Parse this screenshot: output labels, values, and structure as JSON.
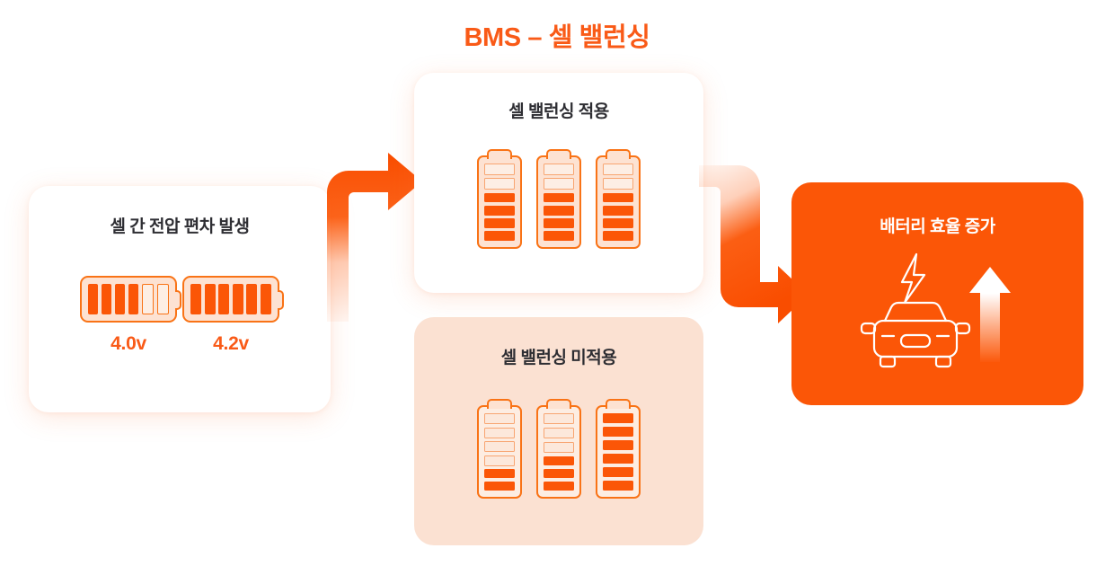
{
  "title": "BMS – 셀 밸런싱",
  "colors": {
    "accent": "#FB5607",
    "accent_text": "#F95A17",
    "title_text": "#2E2E33",
    "card_peach": "#FBE1D2",
    "battery_body": "#FDE2D2",
    "battery_border": "#F97316",
    "white": "#FFFFFF"
  },
  "cards": {
    "deviation": {
      "title": "셀 간 전압 편차 발생",
      "batteries": [
        {
          "label": "4.0v",
          "cells": 6,
          "filled": 4,
          "orientation": "horizontal"
        },
        {
          "label": "4.2v",
          "cells": 6,
          "filled": 6,
          "orientation": "horizontal"
        }
      ]
    },
    "applied": {
      "title": "셀 밸런싱 적용",
      "batteries": [
        {
          "cells": 6,
          "filled": 4
        },
        {
          "cells": 6,
          "filled": 4
        },
        {
          "cells": 6,
          "filled": 4
        }
      ]
    },
    "not_applied": {
      "title": "셀 밸런싱 미적용",
      "batteries": [
        {
          "cells": 6,
          "filled": 2
        },
        {
          "cells": 6,
          "filled": 3
        },
        {
          "cells": 6,
          "filled": 6
        }
      ]
    },
    "efficiency": {
      "title": "배터리 효율 증가",
      "icons": [
        "lightning-bolt-icon",
        "car-front-icon",
        "up-arrow-icon"
      ]
    }
  },
  "arrows": [
    {
      "name": "flow-arrow-left",
      "from": "deviation",
      "to": "applied",
      "shape": "elbow-up-right"
    },
    {
      "name": "flow-arrow-right",
      "from": "applied",
      "to": "efficiency",
      "shape": "elbow-right-down-right"
    }
  ]
}
